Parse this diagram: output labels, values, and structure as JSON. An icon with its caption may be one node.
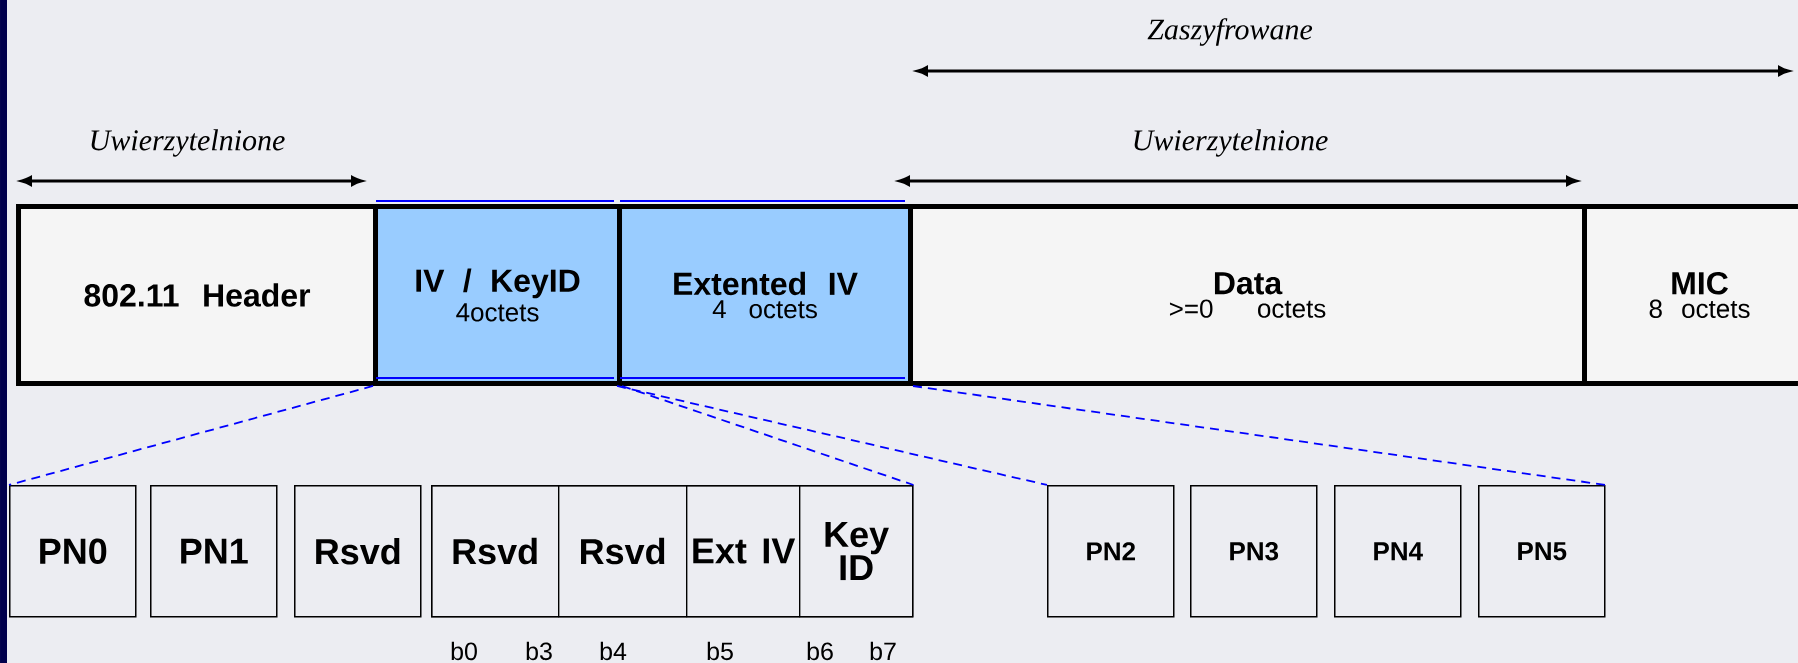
{
  "diagram": {
    "nodes": [
      {
        "text": [
          "802.11 Header"
        ]
      },
      {
        "text": [
          "IV / KeyID",
          "4octets"
        ]
      },
      {
        "text": [
          "Extented IV",
          "4 octets"
        ]
      },
      {
        "text": [
          "Data",
          ">=0 octets"
        ]
      },
      {
        "text": [
          "MIC",
          "8 octets"
        ]
      },
      {
        "text": [
          "PN0"
        ]
      },
      {
        "text": [
          "PN1"
        ]
      },
      {
        "text": [
          "Rsvd"
        ]
      },
      {
        "text": [],
        "shape": "box"
      },
      {
        "text": [
          "Rsvd"
        ],
        "in": 8
      },
      {
        "text": [
          "Rsvd"
        ],
        "in": 8
      },
      {
        "text": [
          "Ext IV"
        ],
        "in": 8
      },
      {
        "text": [
          "Key ID"
        ],
        "in": 8
      },
      {
        "text": [
          "PN2"
        ]
      },
      {
        "text": [
          "PN3"
        ]
      },
      {
        "text": [
          "PN4"
        ]
      },
      {
        "text": [
          "PN5"
        ]
      }
    ],
    "edges": [
      {
        "from": 1,
        "to": 5,
        "arrow": "none",
        "style": "dashed",
        "color": "#0000ff"
      },
      {
        "from": 1,
        "to": 8,
        "arrow": "none",
        "style": "dashed",
        "color": "#0000ff"
      },
      {
        "from": 2,
        "to": 13,
        "arrow": "none",
        "style": "dashed",
        "color": "#0000ff"
      },
      {
        "from": 2,
        "to": 16,
        "arrow": "none",
        "style": "dashed",
        "color": "#0000ff"
      }
    ],
    "labels": [
      "Zaszyfrowane",
      "Uwierzytelnione",
      "Uwierzytelnione",
      "b0",
      "b3",
      "b4",
      "b5",
      "b6",
      "b7"
    ]
  }
}
